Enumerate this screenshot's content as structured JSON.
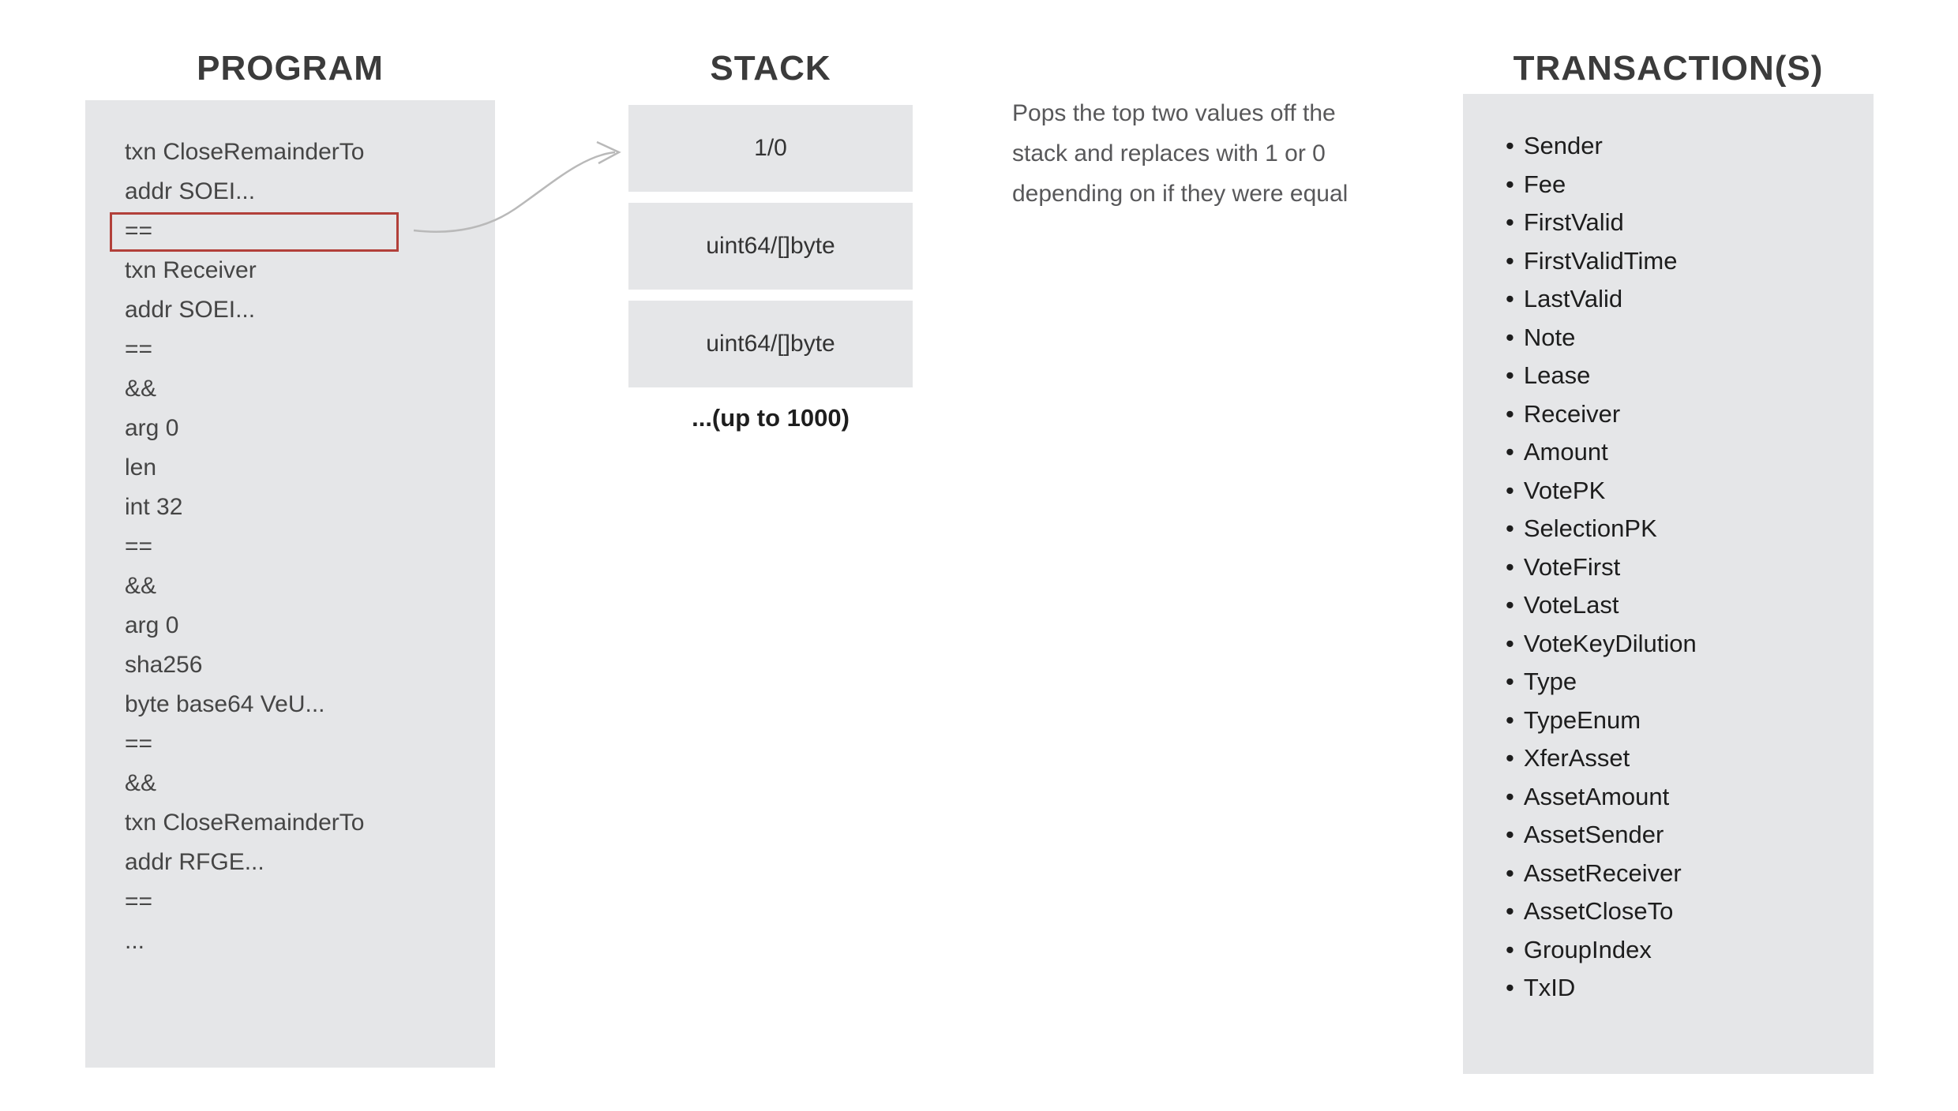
{
  "program": {
    "title": "PROGRAM",
    "lines": [
      "txn CloseRemainderTo",
      "addr SOEI...",
      "==",
      "txn Receiver",
      "addr SOEI...",
      "==",
      "&&",
      "arg 0",
      "len",
      "int 32",
      "==",
      "&&",
      "arg 0",
      "sha256",
      "byte base64 VeU...",
      "==",
      "&&",
      "txn CloseRemainderTo",
      "addr RFGE...",
      "==",
      "..."
    ],
    "highlighted_line_index": 2
  },
  "stack": {
    "title": "STACK",
    "slots": [
      "1/0",
      "uint64/[]byte",
      "uint64/[]byte"
    ],
    "capacity_note": "...(up to 1000)"
  },
  "description": {
    "text": "Pops the top two values off the\nstack and replaces with 1 or 0\ndepending on if they were equal"
  },
  "transactions": {
    "title": "TRANSACTION(S)",
    "bullet": "•",
    "fields": [
      "Sender",
      "Fee",
      "FirstValid",
      "FirstValidTime",
      "LastValid",
      "Note",
      "Lease",
      "Receiver",
      "Amount",
      "VotePK",
      "SelectionPK",
      "VoteFirst",
      "VoteLast",
      "VoteKeyDilution",
      "Type",
      "TypeEnum",
      "XferAsset",
      "AssetAmount",
      "AssetSender",
      "AssetReceiver",
      "AssetCloseTo",
      "GroupIndex",
      "TxID"
    ]
  },
  "colors": {
    "panel_bg": "#e5e6e8",
    "highlight_border": "#b2403a",
    "arrow": "#b9b9b9",
    "title_text": "#3b3b3b",
    "program_text": "#454545",
    "description_text": "#58585a",
    "transaction_text": "#1d1d1d"
  }
}
